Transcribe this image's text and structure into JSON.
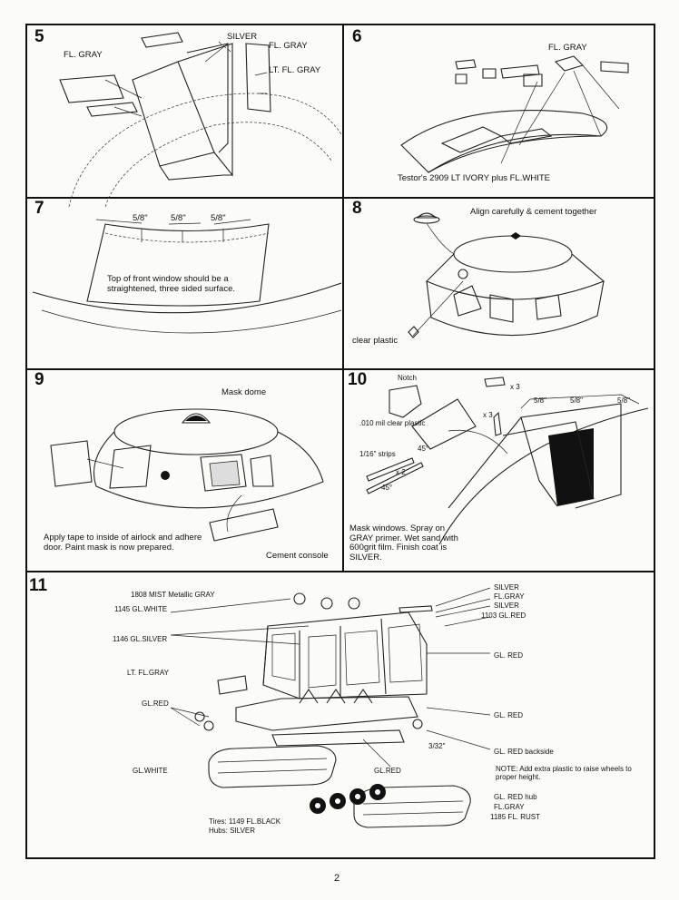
{
  "page_number": "2",
  "steps": {
    "s5": {
      "number": "5",
      "labels": {
        "silver": "SILVER",
        "fl_gray_right": "FL. GRAY",
        "fl_gray_left": "FL. GRAY",
        "lt_fl_gray": "LT. FL. GRAY"
      }
    },
    "s6": {
      "number": "6",
      "labels": {
        "fl_gray": "FL. GRAY",
        "paint_note": "Testor's 2909 LT IVORY plus FL.WHITE"
      }
    },
    "s7": {
      "number": "7",
      "labels": {
        "dim1": "5/8\"",
        "dim2": "5/8\"",
        "dim3": "5/8\"",
        "note": "Top of front window should be a straightened, three sided surface."
      }
    },
    "s8": {
      "number": "8",
      "labels": {
        "title": "Align carefully & cement together",
        "clear": "clear plastic"
      }
    },
    "s9": {
      "number": "9",
      "labels": {
        "title": "Mask dome",
        "note": "Apply tape to inside of airlock and adhere door. Paint mask is now prepared.",
        "console": "Cement console"
      }
    },
    "s10": {
      "number": "10",
      "labels": {
        "notch": "Notch",
        "x3a": "x 3",
        "x3b": "x 3",
        "clear_plastic": ".010 mil clear plastic",
        "strips": "1/16\" strips",
        "x2": "x 2",
        "deg1": "45°",
        "deg2": "45°",
        "dim1": "5/8\"",
        "dim2": "5/8\"",
        "dim3": "5/8\"",
        "note": "Mask windows. Spray on GRAY primer. Wet sand with 600grit film. Finish coat is SILVER."
      }
    },
    "s11": {
      "number": "11",
      "labels": {
        "mist": "1808 MIST Metallic GRAY",
        "gl_white_top": "1145 GL.WHITE",
        "gl_silver": "1146 GL.SILVER",
        "lt_fl_gray": "LT. FL.GRAY",
        "gl_red_left": "GL.RED",
        "gl_white_left": "GL.WHITE",
        "r_silver1": "SILVER",
        "r_fl_gray": "FL.GRAY",
        "r_silver2": "SILVER",
        "r_1103": "1103 GL.RED",
        "r_gl_red1": "GL. RED",
        "r_gl_red2": "GL. RED",
        "r_backside": "GL. RED backside",
        "r_note": "NOTE: Add extra plastic to raise wheels to proper height.",
        "gl_red_center": "GL.RED",
        "dim_3_32": "3/32\"",
        "r_hub": "GL. RED hub",
        "r_fl_gray2": "FL.GRAY",
        "r_rust": "1185 FL. RUST",
        "tires": "Tires: 1149 FL.BLACK",
        "hubs": "Hubs: SILVER"
      }
    }
  }
}
